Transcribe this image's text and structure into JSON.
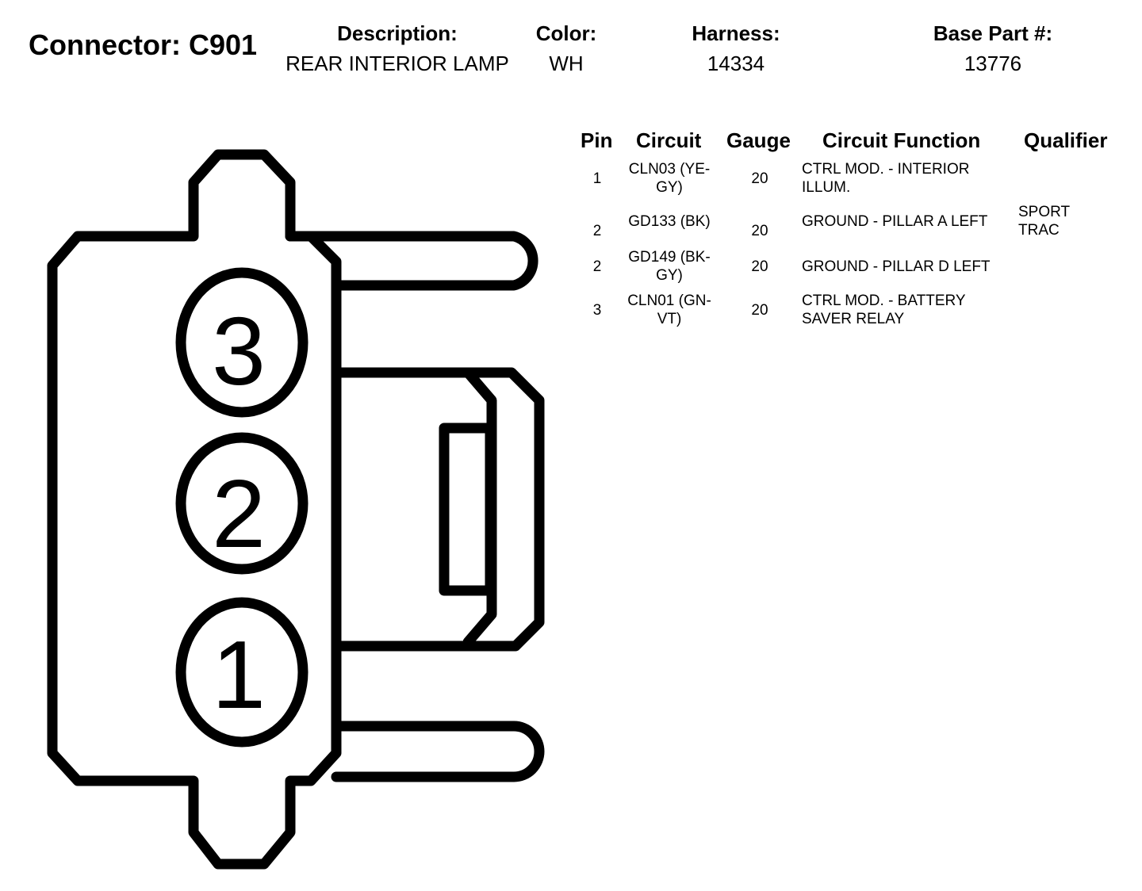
{
  "header": {
    "connector_label": "Connector: C901",
    "description_label": "Description:",
    "description_value": "REAR INTERIOR LAMP",
    "color_label": "Color:",
    "color_value": "WH",
    "harness_label": "Harness:",
    "harness_value": "14334",
    "base_part_label": "Base Part #:",
    "base_part_value": "13776"
  },
  "table": {
    "headers": {
      "pin": "Pin",
      "circuit": "Circuit",
      "gauge": "Gauge",
      "function": "Circuit Function",
      "qualifier": "Qualifier"
    },
    "rows": [
      {
        "pin": "1",
        "circuit": "CLN03 (YE-GY)",
        "gauge": "20",
        "function": "CTRL MOD. - INTERIOR ILLUM.",
        "qualifier": ""
      },
      {
        "pin": "2",
        "circuit": "GD133 (BK)",
        "gauge": "20",
        "function": "GROUND - PILLAR A LEFT",
        "qualifier": "SPORT TRAC"
      },
      {
        "pin": "2",
        "circuit": "GD149 (BK-GY)",
        "gauge": "20",
        "function": "GROUND - PILLAR D LEFT",
        "qualifier": ""
      },
      {
        "pin": "3",
        "circuit": "CLN01 (GN-VT)",
        "gauge": "20",
        "function": "CTRL MOD. - BATTERY SAVER RELAY",
        "qualifier": ""
      }
    ]
  },
  "connector_face": {
    "pins": [
      {
        "label": "3"
      },
      {
        "label": "2"
      },
      {
        "label": "1"
      }
    ]
  }
}
